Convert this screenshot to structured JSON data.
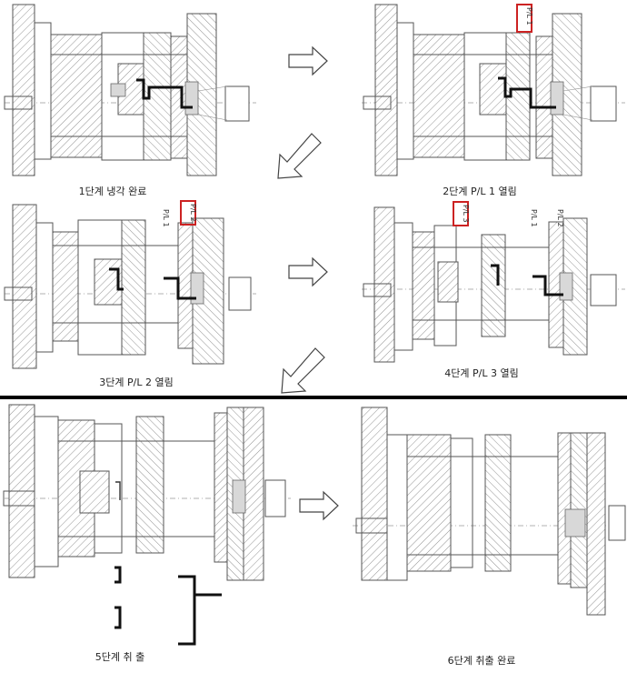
{
  "steps": [
    {
      "caption": "1단계 냉각 완료"
    },
    {
      "caption": "2단계  P/L 1 열림",
      "pl_labels": [
        "P/L 1"
      ]
    },
    {
      "caption": "3단계  P/L 2 열림",
      "pl_labels": [
        "P/L 1",
        "P/L 2"
      ]
    },
    {
      "caption": "4단계  P/L 3 열림",
      "pl_labels": [
        "P/L 3",
        "P/L 1",
        "P/L 2"
      ]
    },
    {
      "caption": "5단계 취 출"
    },
    {
      "caption": "6단계 취출 완료"
    }
  ],
  "colors": {
    "highlight_box": "#cc2222",
    "separator": "#000000",
    "part": "#111111"
  },
  "icons": {
    "arrow_right": "arrow-right-icon",
    "arrow_down_left": "arrow-down-left-icon"
  }
}
